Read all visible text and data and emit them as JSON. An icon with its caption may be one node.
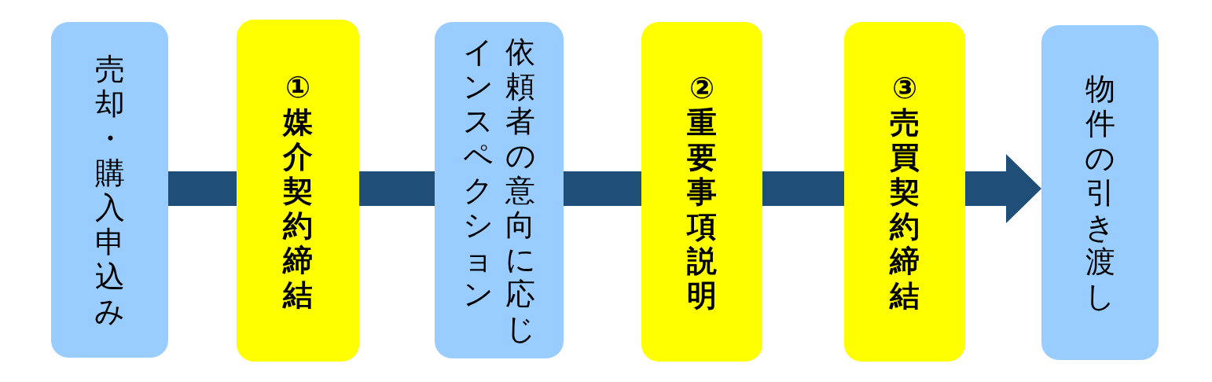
{
  "diagram": {
    "nodes": [
      {
        "text": [
          "売却・購入申込み"
        ]
      },
      {
        "text": [
          "①媒介契約締結"
        ]
      },
      {
        "text": [
          "依頼者の意向に応じインスペクション"
        ]
      },
      {
        "text": [
          "②重要事項説明"
        ]
      },
      {
        "text": [
          "③売買契約締結"
        ]
      },
      {
        "text": [
          "物件の引き渡し"
        ]
      }
    ],
    "edges": [
      {
        "from": 0,
        "to": 1,
        "arrow": "none",
        "color": "#1f4e79",
        "style": "thick"
      },
      {
        "from": 1,
        "to": 2,
        "arrow": "none",
        "color": "#1f4e79",
        "style": "thick"
      },
      {
        "from": 2,
        "to": 3,
        "arrow": "none",
        "color": "#1f4e79",
        "style": "thick"
      },
      {
        "from": 3,
        "to": 4,
        "arrow": "none",
        "color": "#1f4e79",
        "style": "thick"
      },
      {
        "from": 4,
        "to": 5,
        "arrow": "to",
        "color": "#1f4e79",
        "style": "thick"
      }
    ]
  }
}
